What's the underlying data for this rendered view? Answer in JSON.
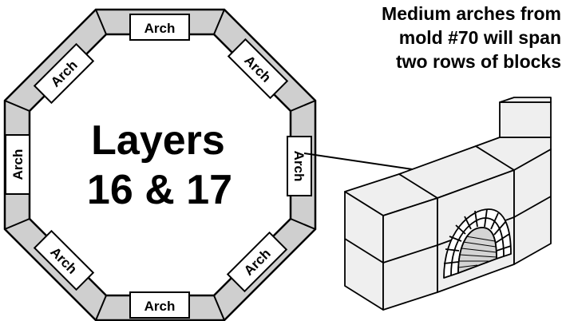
{
  "caption": {
    "line1": "Medium arches from",
    "line2": "mold #70 will span",
    "line3": "two rows of blocks"
  },
  "center": {
    "line1": "Layers",
    "line2": "16 & 17"
  },
  "arch_label": "Arch",
  "colors": {
    "ring_fill": "#cfcfcf",
    "block_fill": "#efefef",
    "label_box": "#ffffff",
    "stroke": "#000000"
  }
}
